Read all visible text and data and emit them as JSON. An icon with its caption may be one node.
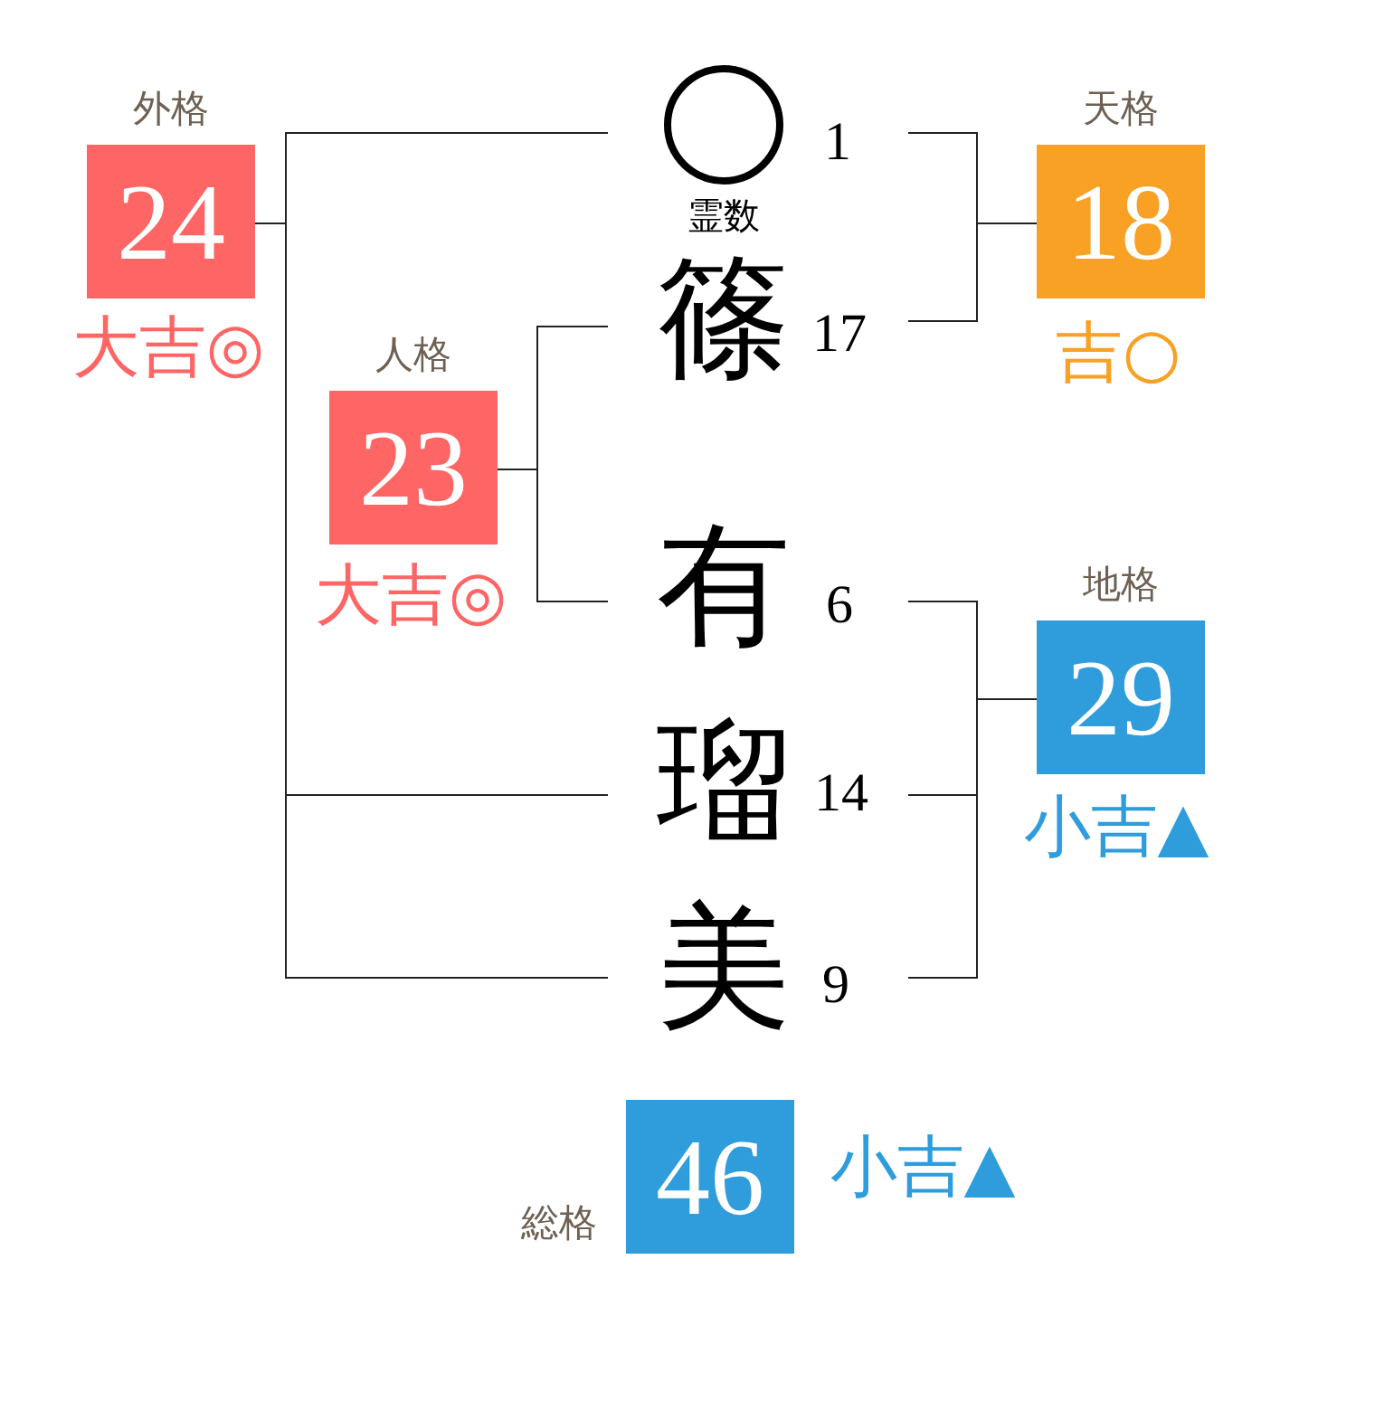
{
  "diagram": {
    "nodes": [
      {
        "text": [
          "外格",
          "24"
        ],
        "beside": [
          "大吉◎"
        ]
      },
      {
        "text": [],
        "shape": "circle",
        "beside": [
          "1",
          "霊数"
        ]
      },
      {
        "text": [
          "天格",
          "18"
        ],
        "beside": [
          "吉○"
        ]
      },
      {
        "text": [
          "人格",
          "23"
        ],
        "beside": [
          "大吉◎"
        ]
      },
      {
        "text": [
          "篠"
        ],
        "beside": [
          "17"
        ]
      },
      {
        "text": [
          "有"
        ],
        "beside": [
          "6"
        ]
      },
      {
        "text": [
          "地格",
          "29"
        ],
        "beside": [
          "小吉▲"
        ]
      },
      {
        "text": [
          "瑠"
        ],
        "beside": [
          "14"
        ]
      },
      {
        "text": [
          "美"
        ],
        "beside": [
          "9"
        ]
      },
      {
        "text": [
          "総格",
          "46"
        ],
        "beside": [
          "小吉▲"
        ]
      }
    ],
    "edges": [
      {
        "from": 1,
        "to": 2,
        "arrow": "none"
      },
      {
        "from": 4,
        "to": 2,
        "arrow": "none"
      },
      {
        "from": 3,
        "to": 4,
        "arrow": "none"
      },
      {
        "from": 3,
        "to": 5,
        "arrow": "none"
      },
      {
        "from": 5,
        "to": 6,
        "arrow": "none"
      },
      {
        "from": 7,
        "to": 6,
        "arrow": "none"
      },
      {
        "from": 8,
        "to": 6,
        "arrow": "none"
      },
      {
        "from": 0,
        "to": 1,
        "arrow": "none"
      },
      {
        "from": 0,
        "to": 7,
        "arrow": "none"
      },
      {
        "from": 0,
        "to": 8,
        "arrow": "none"
      }
    ]
  }
}
